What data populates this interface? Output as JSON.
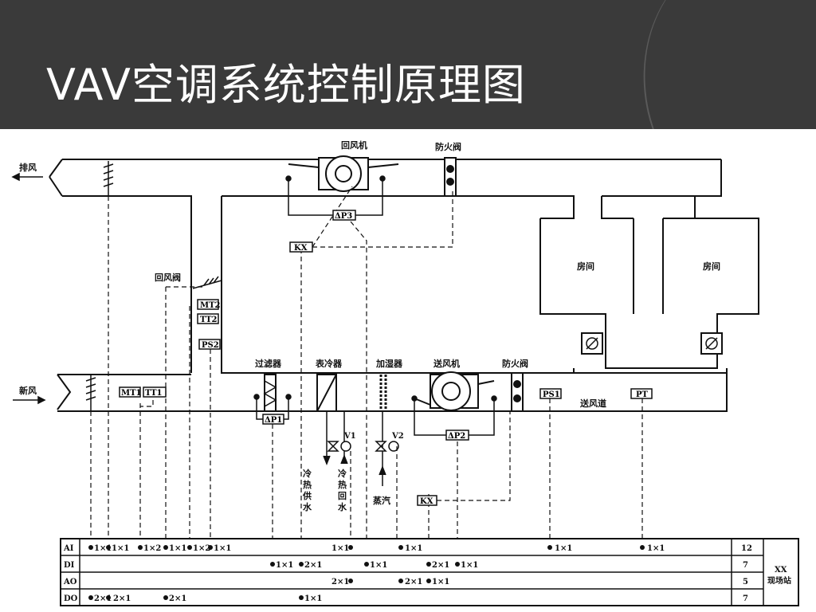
{
  "title": "VAV空调系统控制原理图",
  "labels": {
    "exhaust_air": "排风",
    "fresh_air": "新风",
    "return_fan": "回风机",
    "fire_damper_top": "防火阀",
    "return_damper": "回风阀",
    "filter": "过滤器",
    "cooling_coil": "表冷器",
    "humidifier": "加湿器",
    "supply_fan": "送风机",
    "fire_damper_bottom": "防火阀",
    "room_left": "房间",
    "room_right": "房间",
    "supply_duct": "送风道",
    "valve_v1": "V1",
    "valve_v2": "V2",
    "cold_hot_supply": [
      "冷",
      "热",
      "供",
      "水"
    ],
    "cold_hot_return": [
      "冷",
      "热",
      "回",
      "水"
    ],
    "steam": "蒸汽"
  },
  "sensors": {
    "mt2": "MT2",
    "tt2": "TT2",
    "ps2": "PS2",
    "mt1": "MT1",
    "tt1": "TT1",
    "dp1": "ΔP1",
    "dp2": "ΔP2",
    "dp3": "ΔP3",
    "kx_top": "KX",
    "kx_bottom": "KX",
    "ps1": "PS1",
    "pt": "PT"
  },
  "io_table": {
    "rows": [
      {
        "type": "AI",
        "count": "12",
        "points": [
          "1×1",
          "1×1",
          "1×2",
          "1×1",
          "1×2",
          "1×1",
          "1×1",
          "1×1",
          "1×1",
          "1×1"
        ]
      },
      {
        "type": "DI",
        "count": "7",
        "points": [
          "1×1",
          "2×1",
          "1×1",
          "2×1",
          "1×1"
        ]
      },
      {
        "type": "AO",
        "count": "5",
        "points": [
          "2×1",
          "2×1",
          "1×1"
        ]
      },
      {
        "type": "DO",
        "count": "7",
        "points": [
          "2×1",
          "2×1",
          "2×1",
          "1×1"
        ]
      }
    ],
    "station": [
      "XX",
      "现场站"
    ]
  }
}
